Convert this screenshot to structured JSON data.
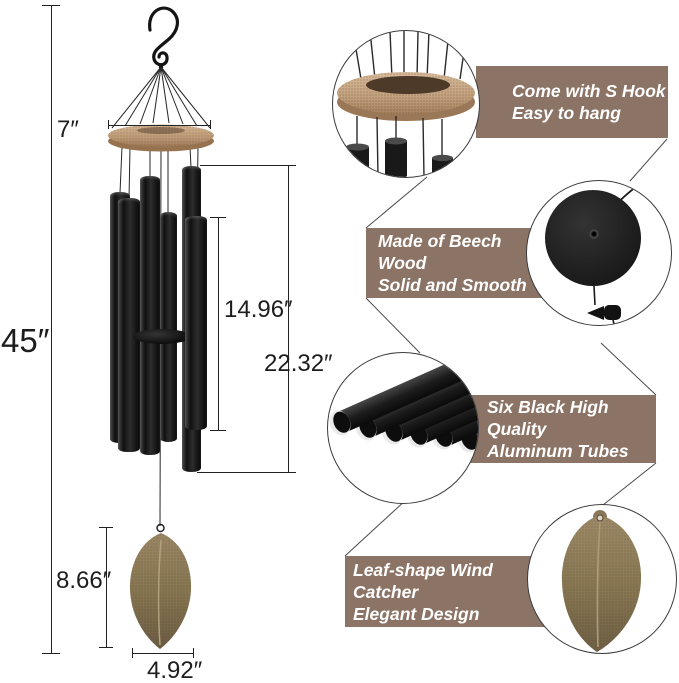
{
  "dims": {
    "total_height": "45″",
    "hanger_width": "7″",
    "short_tube_length": "14.96″",
    "long_tube_length": "22.32″",
    "catcher_height": "8.66″",
    "catcher_width": "4.92″"
  },
  "callouts": [
    {
      "line1": "Come with S Hook",
      "line2": "Easy to hang"
    },
    {
      "line1": "Made of Beech Wood",
      "line2": "Solid and Smooth"
    },
    {
      "line1": "Six Black High Quality",
      "line2": "Aluminum Tubes"
    },
    {
      "line1": "Leaf-shape Wind Catcher",
      "line2": "Elegant Design"
    }
  ],
  "colors": {
    "callout_box": "#8b7365",
    "callout_text": "#ffffff",
    "wood_tan": "#c2a07d",
    "leaf_bronze": "#8e7b5d",
    "tube_black": "#161616",
    "dimension_line": "#222222"
  }
}
